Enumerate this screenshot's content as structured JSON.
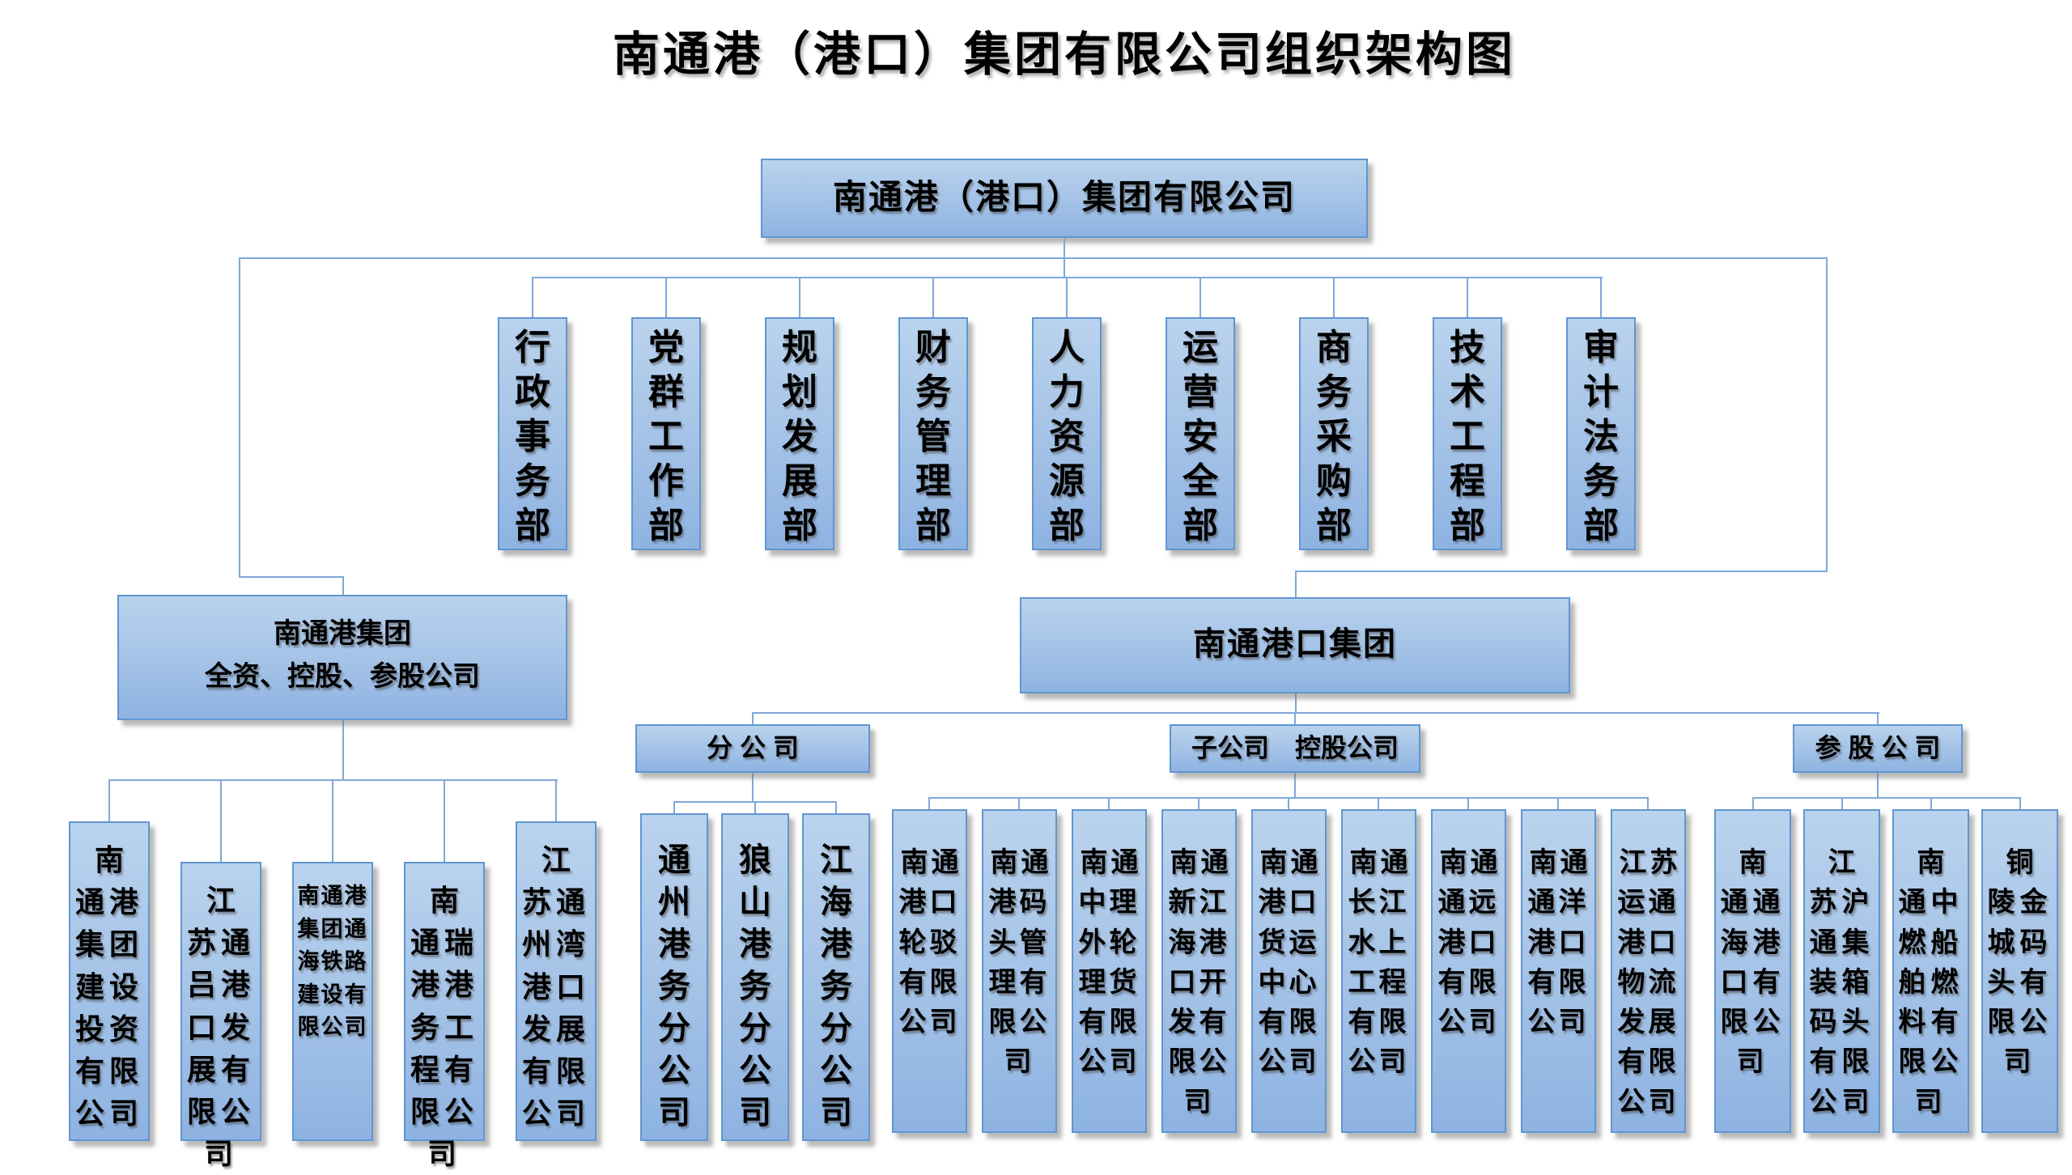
{
  "title": "南通港（港口）集团有限公司组织架构图",
  "root": {
    "label": "南通港（港口）集团有限公司"
  },
  "departments": [
    "行政事务部",
    "党群工作部",
    "规划发展部",
    "财务管理部",
    "人力资源部",
    "运营安全部",
    "商务采购部",
    "技术工程部",
    "审计法务部"
  ],
  "groups": {
    "left": {
      "line1": "南通港集团",
      "line2": "全资、控股、参股公司",
      "companies": [
        "南通港集团建设投资有限公司",
        "江苏通吕港口发展有限公司",
        "南通港集团通海铁路建设有限公司",
        "南通瑞港港务工程有限公司",
        "江苏通州湾港口发展有限公司"
      ]
    },
    "right": {
      "label": "南通港口集团",
      "categories": [
        {
          "label": "分 公 司",
          "companies": [
            "通州港务分公司",
            "狼山港务分公司",
            "江海港务分公司"
          ]
        },
        {
          "label": "子公司　控股公司",
          "companies": [
            "南通港口轮驳有限公司",
            "南通港码头管理有限公司",
            "南通中理外轮理货有限公司",
            "南通新江海港口开发有限公司",
            "南通港口货运中心有限公司",
            "南通长江水上工程有限公司",
            "南通通远港口有限公司",
            "南通通洋港口有限公司",
            "江苏运通港口物流发展有限公司"
          ]
        },
        {
          "label": "参 股 公 司",
          "companies": [
            "南通通海港口有限公司",
            "江苏沪通集装箱码头有限公司",
            "南通中燃船舶燃料有限公司",
            "铜陵金城码头有限公司"
          ]
        }
      ]
    }
  },
  "colors": {
    "box_fill_top": "#bad3ee",
    "box_fill_bottom": "#8eb3e2",
    "box_border": "#6096cf",
    "connector": "#7fa8d9",
    "text": "#000000",
    "background": "#ffffff"
  }
}
